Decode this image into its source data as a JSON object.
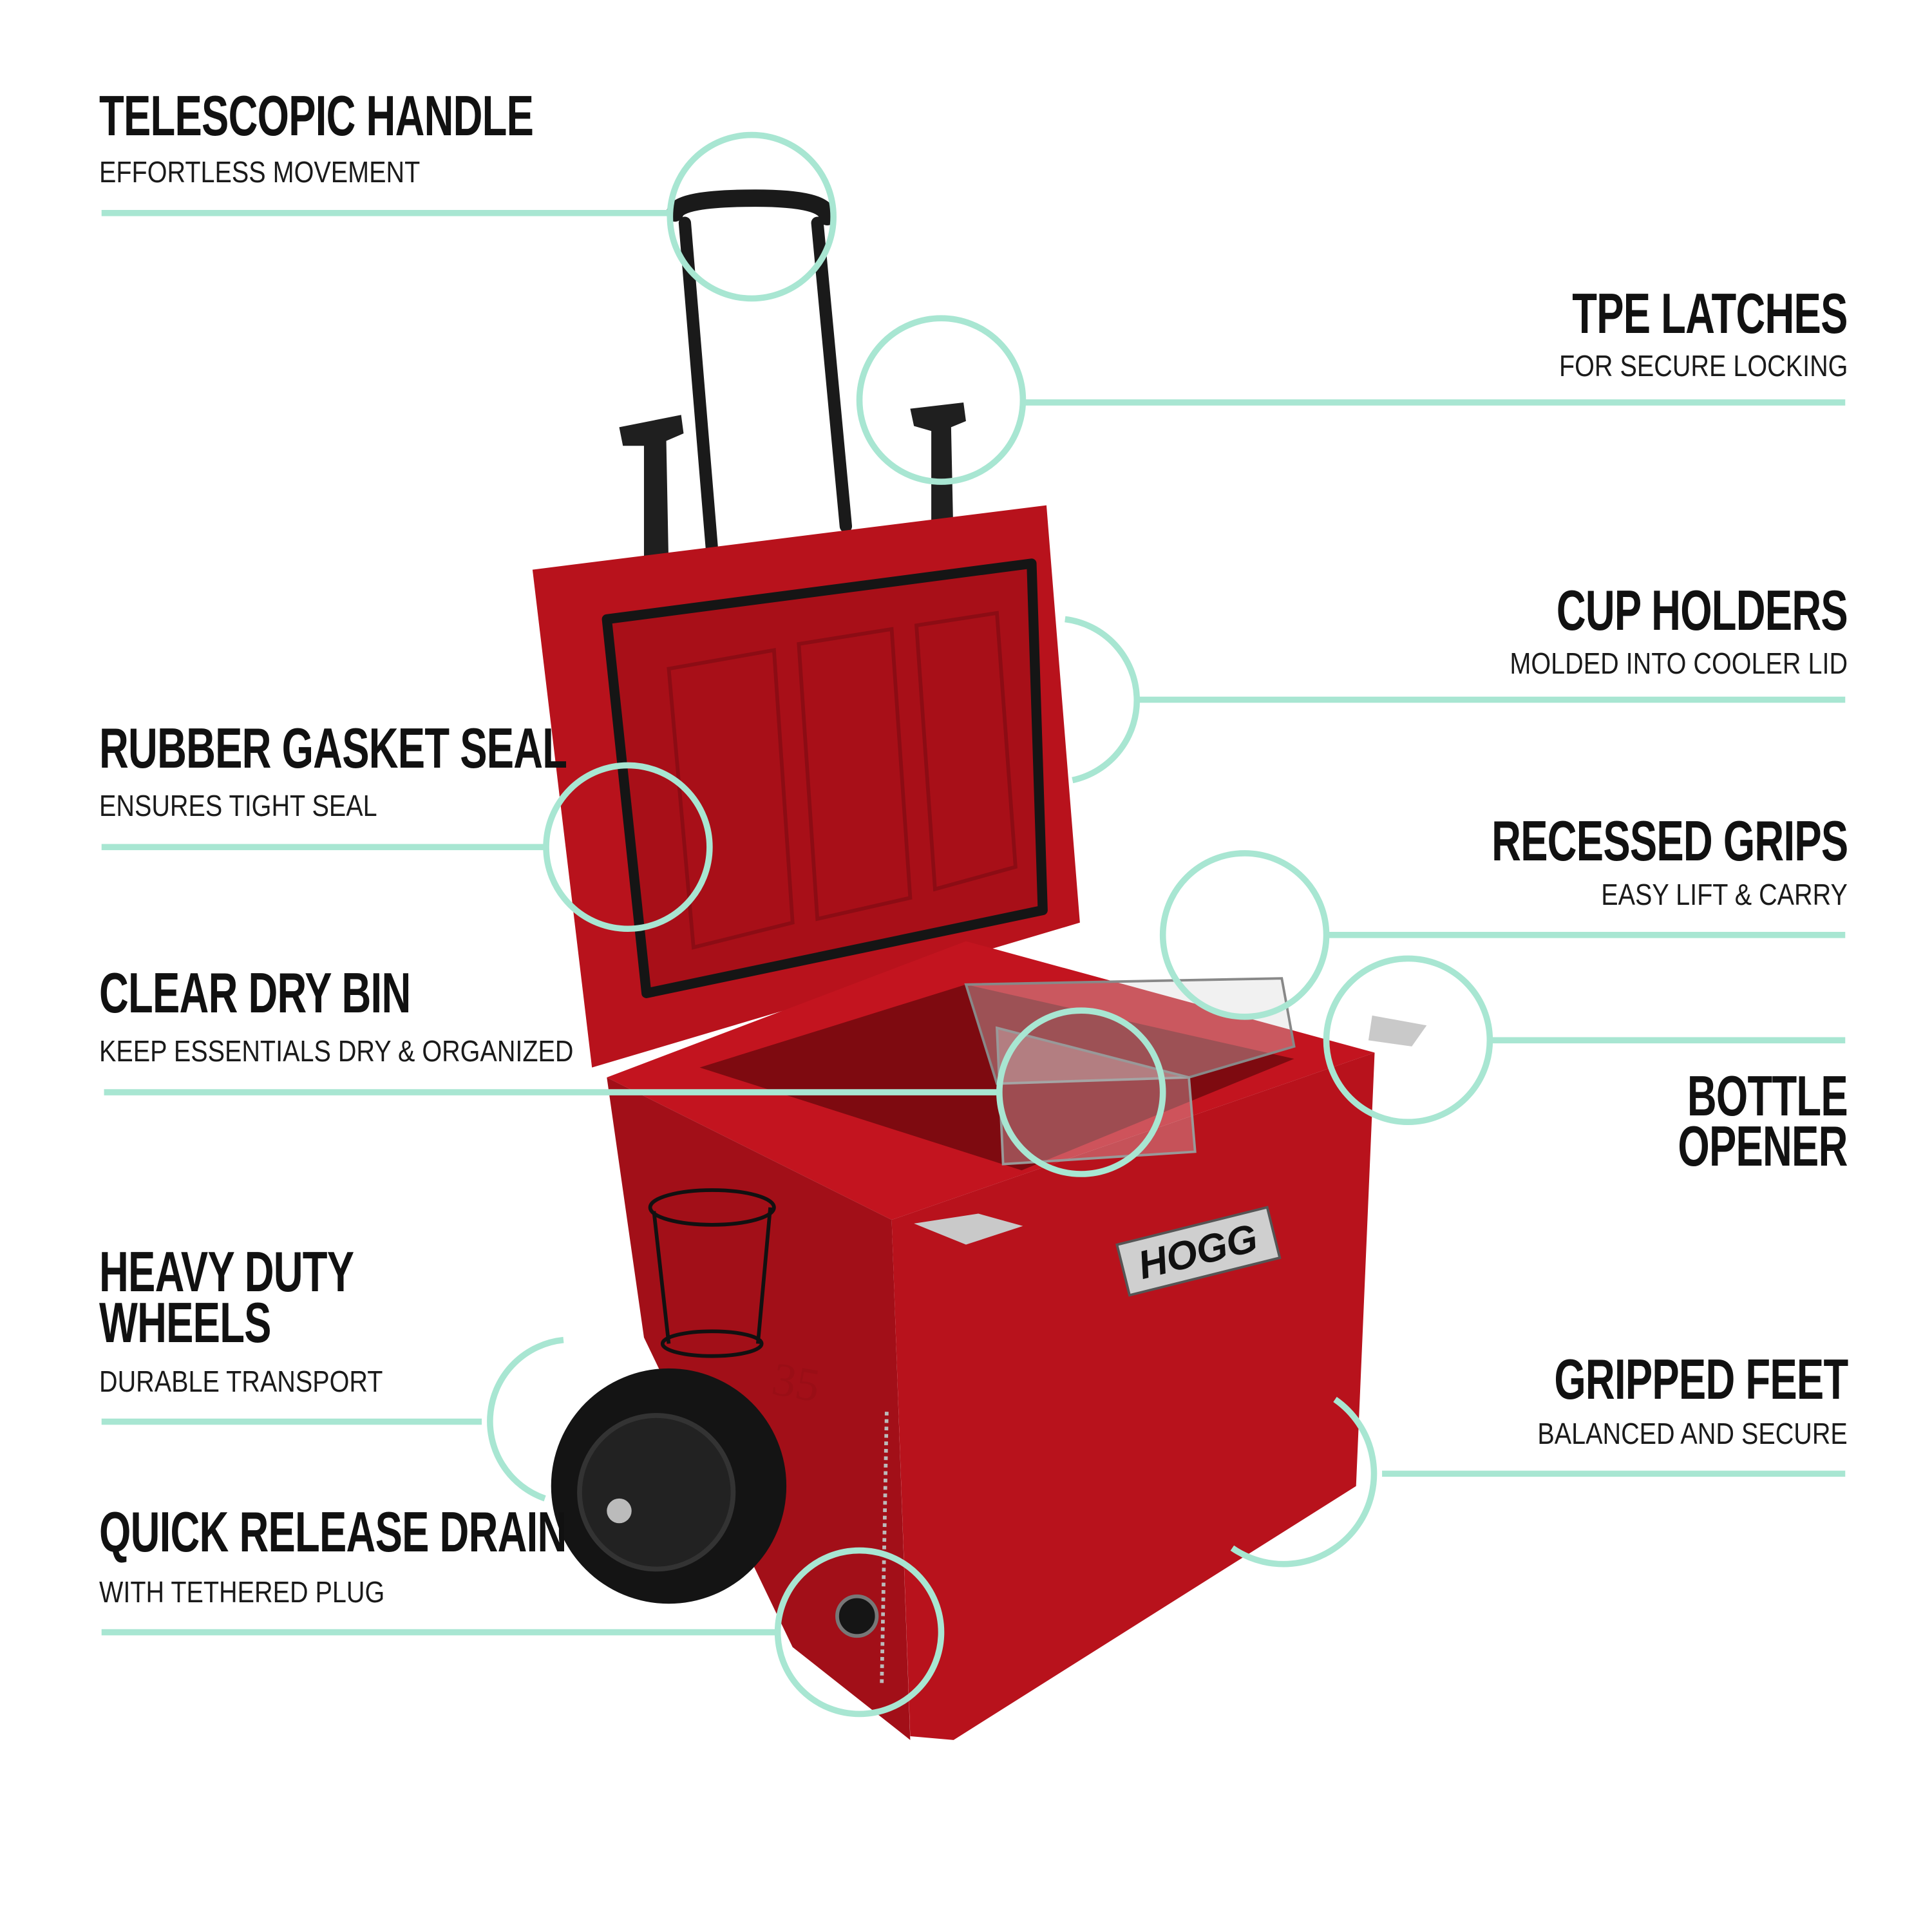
{
  "accent_color": "#a8e6d2",
  "cooler_color": "#b8121c",
  "brand_logo": "HOGG",
  "embossed_size": "35",
  "features": [
    {
      "title": "TELESCOPIC HANDLE",
      "subtitle": "EFFORTLESS MOVEMENT"
    },
    {
      "title": "TPE LATCHES",
      "subtitle": "FOR SECURE LOCKING"
    },
    {
      "title": "CUP HOLDERS",
      "subtitle": "MOLDED INTO COOLER LID"
    },
    {
      "title": "RUBBER GASKET SEAL",
      "subtitle": "ENSURES TIGHT SEAL"
    },
    {
      "title": "RECESSED GRIPS",
      "subtitle": "EASY LIFT & CARRY"
    },
    {
      "title": "CLEAR DRY BIN",
      "subtitle": "KEEP ESSENTIALS DRY & ORGANIZED"
    },
    {
      "title_line1": "BOTTLE",
      "title_line2": "OPENER"
    },
    {
      "title_line1": "HEAVY DUTY",
      "title_line2": "WHEELS",
      "subtitle": "DURABLE TRANSPORT"
    },
    {
      "title": "GRIPPED FEET",
      "subtitle": "BALANCED AND SECURE"
    },
    {
      "title": "QUICK RELEASE DRAIN",
      "subtitle": "WITH TETHERED PLUG"
    }
  ]
}
